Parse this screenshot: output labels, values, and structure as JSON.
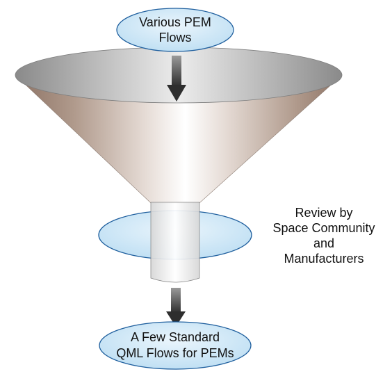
{
  "diagram": {
    "top_oval": {
      "line1": "Various PEM",
      "line2": "Flows"
    },
    "review_label": {
      "line1": "Review by",
      "line2": "Space Community",
      "line3": "and",
      "line4": "Manufacturers"
    },
    "bottom_oval": {
      "line1": "A Few Standard",
      "line2": "QML Flows for PEMs"
    },
    "colors": {
      "oval_fill": "#cfe6f5",
      "oval_stroke": "#1f5f9e",
      "arrow": "#3a3a3a",
      "funnel_rim": "#b8b8b8",
      "funnel_body": "#a88e80"
    }
  }
}
